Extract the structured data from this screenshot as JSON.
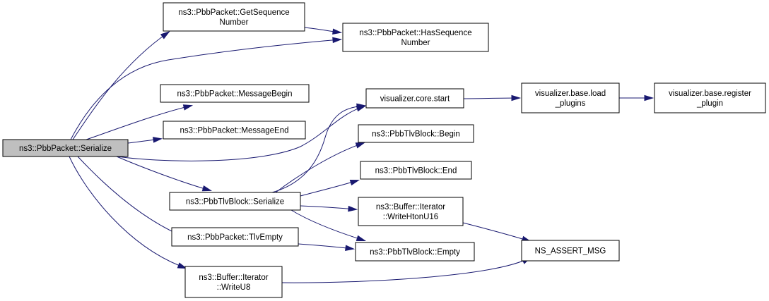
{
  "graph": {
    "nodes": {
      "serialize_packet": {
        "lines": [
          "ns3::PbbPacket::Serialize"
        ],
        "root": true
      },
      "get_seq": {
        "lines": [
          "ns3::PbbPacket::GetSequence",
          "Number"
        ]
      },
      "has_seq": {
        "lines": [
          "ns3::PbbPacket::HasSequence",
          "Number"
        ]
      },
      "msg_begin": {
        "lines": [
          "ns3::PbbPacket::MessageBegin"
        ]
      },
      "msg_end": {
        "lines": [
          "ns3::PbbPacket::MessageEnd"
        ]
      },
      "viz_start": {
        "lines": [
          "visualizer.core.start"
        ]
      },
      "viz_load": {
        "lines": [
          "visualizer.base.load",
          "_plugins"
        ]
      },
      "viz_register": {
        "lines": [
          "visualizer.base.register",
          "_plugin"
        ]
      },
      "tlv_begin": {
        "lines": [
          "ns3::PbbTlvBlock::Begin"
        ]
      },
      "tlv_end": {
        "lines": [
          "ns3::PbbTlvBlock::End"
        ]
      },
      "tlv_serialize": {
        "lines": [
          "ns3::PbbTlvBlock::Serialize"
        ]
      },
      "write_hton": {
        "lines": [
          "ns3::Buffer::Iterator",
          "::WriteHtonU16"
        ]
      },
      "tlv_empty_pkt": {
        "lines": [
          "ns3::PbbPacket::TlvEmpty"
        ]
      },
      "tlv_empty": {
        "lines": [
          "ns3::PbbTlvBlock::Empty"
        ]
      },
      "assert": {
        "lines": [
          "NS_ASSERT_MSG"
        ]
      },
      "write_u8": {
        "lines": [
          "ns3::Buffer::Iterator",
          "::WriteU8"
        ]
      }
    },
    "edges": [
      {
        "from": "serialize_packet",
        "to": "get_seq"
      },
      {
        "from": "serialize_packet",
        "to": "has_seq"
      },
      {
        "from": "serialize_packet",
        "to": "msg_begin"
      },
      {
        "from": "serialize_packet",
        "to": "msg_end"
      },
      {
        "from": "serialize_packet",
        "to": "viz_start"
      },
      {
        "from": "serialize_packet",
        "to": "tlv_serialize"
      },
      {
        "from": "serialize_packet",
        "to": "tlv_empty_pkt"
      },
      {
        "from": "serialize_packet",
        "to": "write_u8"
      },
      {
        "from": "get_seq",
        "to": "has_seq"
      },
      {
        "from": "viz_start",
        "to": "viz_load"
      },
      {
        "from": "viz_load",
        "to": "viz_register"
      },
      {
        "from": "tlv_serialize",
        "to": "viz_start"
      },
      {
        "from": "tlv_serialize",
        "to": "tlv_begin"
      },
      {
        "from": "tlv_serialize",
        "to": "tlv_end"
      },
      {
        "from": "tlv_serialize",
        "to": "write_hton"
      },
      {
        "from": "tlv_serialize",
        "to": "tlv_empty"
      },
      {
        "from": "tlv_empty_pkt",
        "to": "tlv_empty"
      },
      {
        "from": "write_hton",
        "to": "assert"
      },
      {
        "from": "write_u8",
        "to": "assert"
      }
    ],
    "colors": {
      "edge": "#191970",
      "root_fill": "#bfbfbf",
      "node_fill": "#ffffff",
      "border": "#000000"
    }
  }
}
